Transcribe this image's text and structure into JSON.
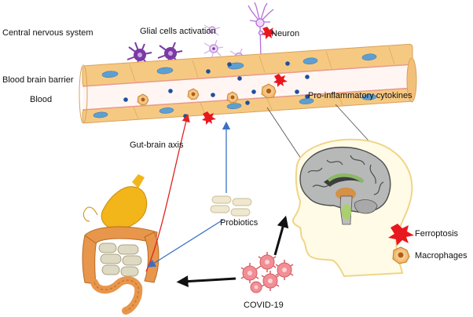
{
  "labels": {
    "cns": "Central nervous system",
    "glial": "Glial cells activation",
    "neuron": "Neuron",
    "bbb": "Blood brain barrier",
    "blood": "Blood",
    "cytokines": "Pro-inflammatory cytokines",
    "gut_brain_axis": "Gut-brain axis",
    "probiotics": "Probiotics",
    "covid": "COVID-19"
  },
  "legend": [
    {
      "label": "Ferroptosis",
      "icon": "ferroptosis-star-icon",
      "color": "#e8171e"
    },
    {
      "label": "Macrophages",
      "icon": "macrophage-cell-icon",
      "color": "#f2b25e"
    }
  ],
  "colors": {
    "vessel_wall": "#f6c983",
    "vessel_nucleus": "#5f9fd0",
    "glial": "#7b3aa3",
    "cytokine": "#1f4f9c",
    "arrow_red": "#e02020",
    "arrow_blue": "#3a6fc4",
    "arrow_black": "#111111",
    "virus": "#f08f95"
  }
}
